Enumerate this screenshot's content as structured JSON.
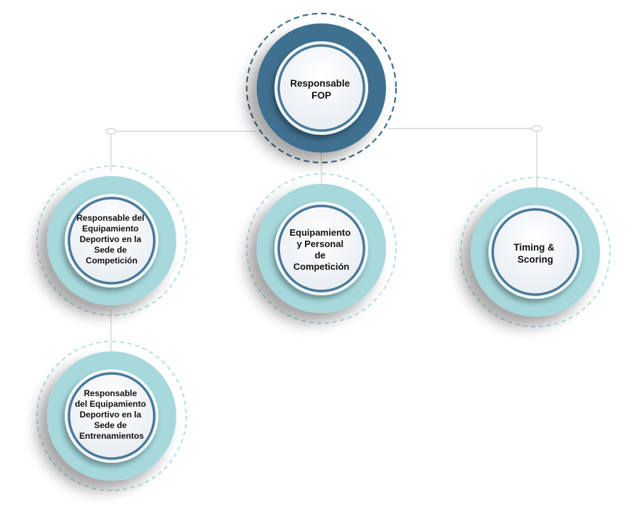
{
  "org_chart": {
    "root": {
      "label_lines": [
        "Responsable",
        "FOP"
      ]
    },
    "children": [
      {
        "key": "sede-competicion",
        "label_lines": [
          "Responsable del",
          "Equipamiento",
          "Deportivo en la",
          "Sede de",
          "Competición"
        ]
      },
      {
        "key": "equipamiento-personal",
        "label_lines": [
          "Equipamiento",
          "y Personal",
          "de",
          "Competición"
        ]
      },
      {
        "key": "timing-scoring",
        "label_lines": [
          "Timing &",
          "Scoring"
        ]
      },
      {
        "key": "sede-entrenamientos",
        "label_lines": [
          "Responsable",
          "del Equipamiento",
          "Deportivo en la",
          "Sede de",
          "Entrenamientos"
        ]
      }
    ]
  },
  "colors": {
    "root_ring": "#3f6f8f",
    "root_dash": "#3f6f8f",
    "child_ring": "#a6d8dc",
    "child_dash": "#a6d8dc",
    "inner_border": "#4a7898",
    "inner_gap": "#eef7f8",
    "inner_fill_top": "#ffffff",
    "inner_fill_bottom": "#e9eef2",
    "connector": "#cfcfcf",
    "label_text": "#111111"
  }
}
